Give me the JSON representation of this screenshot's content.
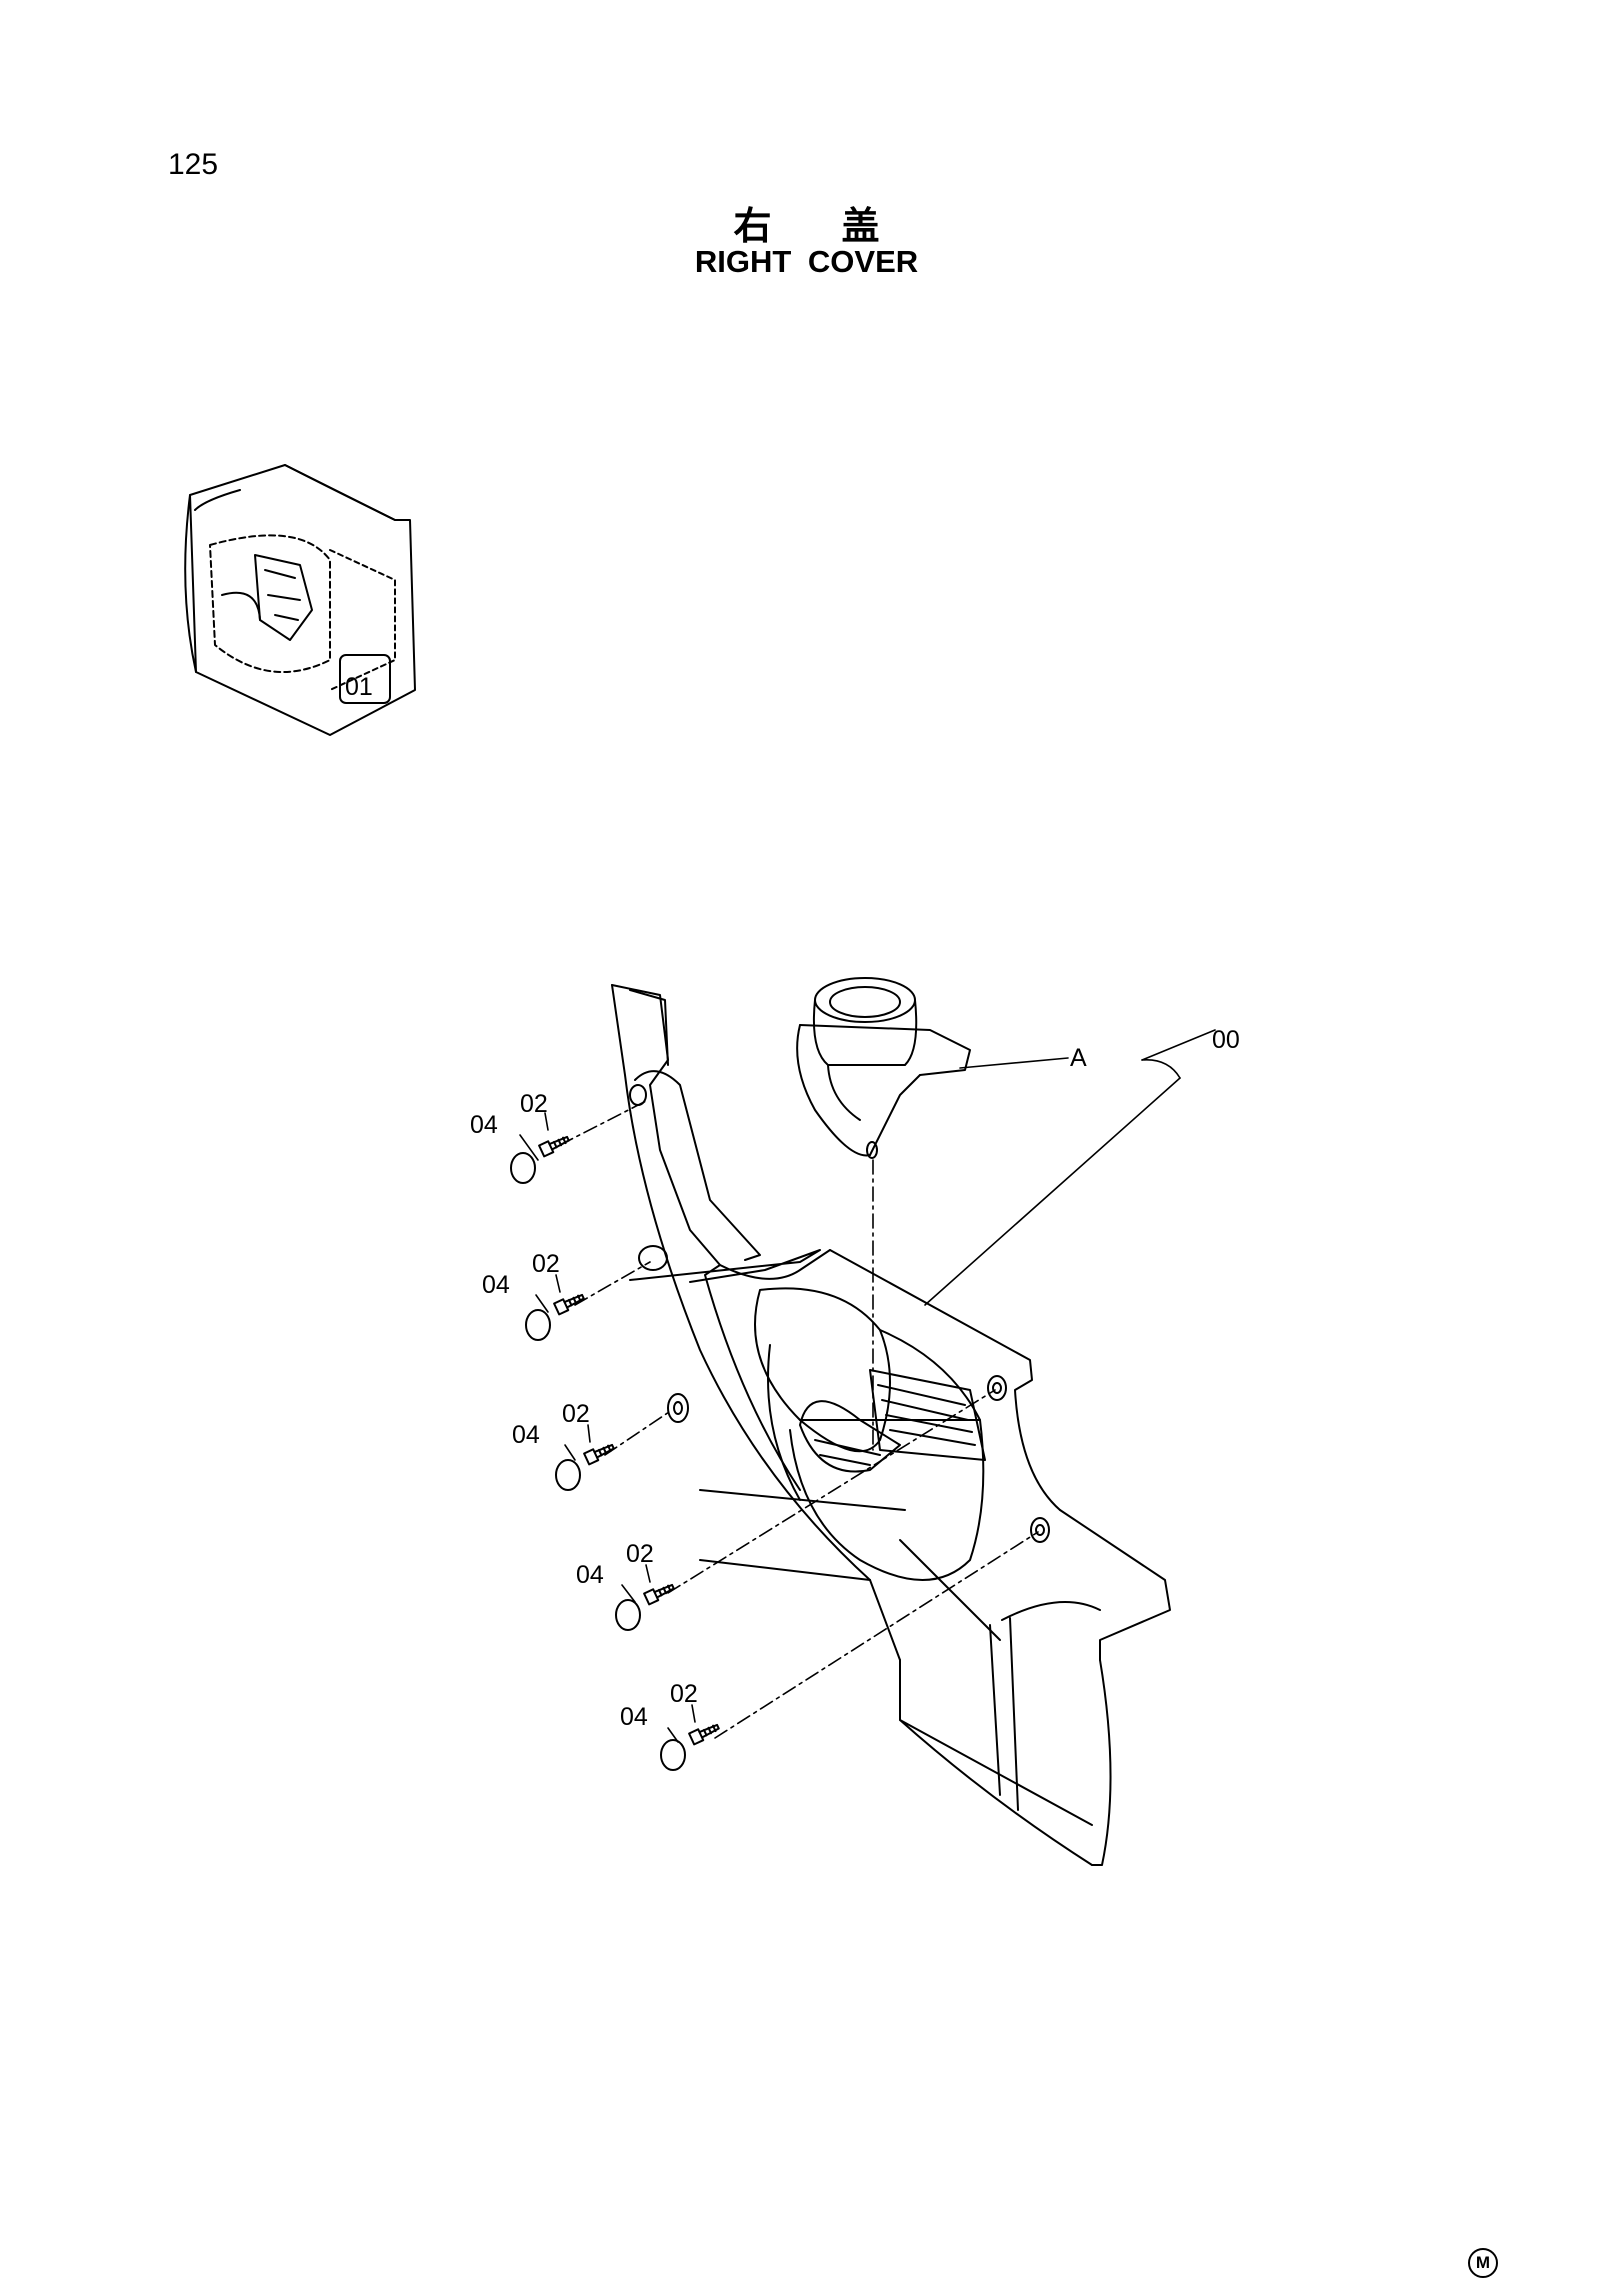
{
  "page": {
    "number": "125",
    "title_cn": "右盖",
    "title_en": "RIGHT COVER",
    "footer_mark": "M"
  },
  "inset": {
    "label": "01"
  },
  "callouts": {
    "part_00": "00",
    "part_a": "A",
    "pairs": [
      {
        "cap": "04",
        "screw": "02"
      },
      {
        "cap": "04",
        "screw": "02"
      },
      {
        "cap": "04",
        "screw": "02"
      },
      {
        "cap": "04",
        "screw": "02"
      },
      {
        "cap": "04",
        "screw": "02"
      }
    ]
  }
}
